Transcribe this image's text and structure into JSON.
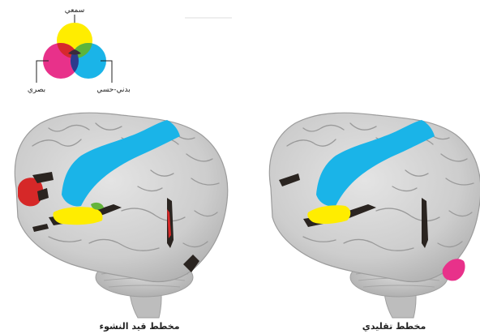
{
  "legend": {
    "auditory_label": "سمعي",
    "visual_label": "بصري",
    "somatosensory_label": "بدني-حسي",
    "colors": {
      "auditory": "#ffed00",
      "visual": "#e8318a",
      "somatosensory": "#1ab4e8",
      "overlap": "#3a2a6a"
    }
  },
  "brains": {
    "left_caption": "مخطط قيد النشوء",
    "right_caption": "مخطط تقليدي"
  },
  "colors": {
    "cortex": "#d2d2d2",
    "cortex_dark": "#a9a9a9",
    "sulcus": "#8c8c8c",
    "fissure": "#2a2420",
    "green_spot": "#64b43c",
    "red_area": "#d62828"
  }
}
